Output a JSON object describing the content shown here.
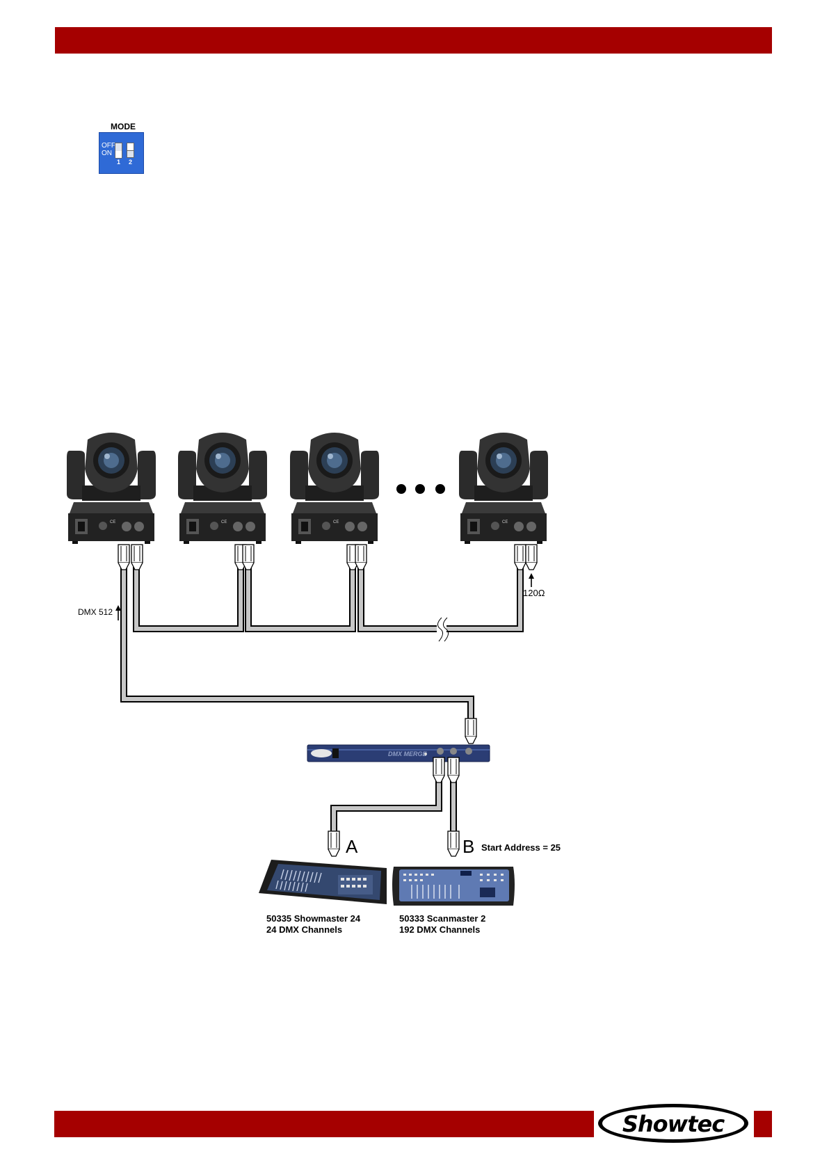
{
  "header": {
    "bar_color": "#a50000"
  },
  "mode_switch": {
    "title": "MODE",
    "off_label": "OFF",
    "on_label": "ON",
    "switch_1_label": "1",
    "switch_2_label": "2",
    "switch_1_state": "ON",
    "switch_2_state": "OFF",
    "color": "#2f6ad6"
  },
  "diagram": {
    "fixture_count_shown": 4,
    "fixture_icon": "moving-head-icon",
    "ellipsis_icon": "three-dots-icon",
    "dmx_label": "DMX 512",
    "termination_label": "120Ω",
    "merger_panel_text": "DMX MERGE",
    "port_a": "A",
    "port_b": "B",
    "start_address": "Start Address = 25",
    "controller_a": {
      "model": "50335 Showmaster 24",
      "channels": "24 DMX Channels"
    },
    "controller_b": {
      "model": "50333 Scanmaster 2",
      "channels": "192 DMX Channels"
    }
  },
  "footer": {
    "bar_color": "#a50000",
    "logo_text": "Showtec"
  }
}
